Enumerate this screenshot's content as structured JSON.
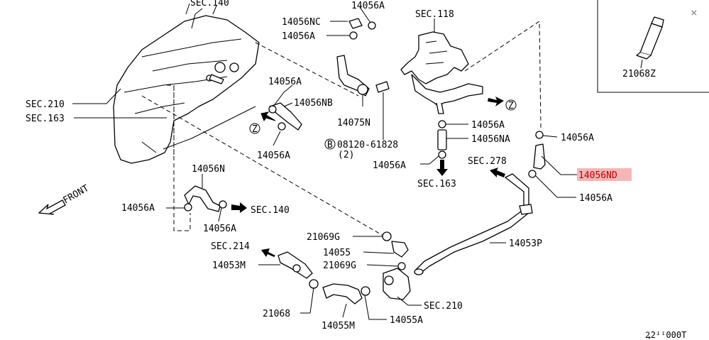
{
  "diagram": {
    "title": "Water hose & piping parts diagram",
    "highlight_color": "#f4b6b6",
    "close_symbol": "×",
    "callouts": {
      "sec140_top": "SEC.140",
      "p14056a_top": "14056A",
      "p14056nc": "14056NC",
      "p14056a_2": "14056A",
      "sec118": "SEC.118",
      "sec210_left": "SEC.210",
      "sec163_left": "SEC.163",
      "p14056a_3": "14056A",
      "p14056nb": "14056NB",
      "p14056a_4": "14056A",
      "p14075n": "14075N",
      "bolt_spec": "08120-61828",
      "bolt_qty": "(2)",
      "bolt_marker": "B",
      "p14056a_5": "14056A",
      "p14056na": "14056NA",
      "p14056a_6": "14056A",
      "sec163_bottom": "SEC.163",
      "sec278": "SEC.278",
      "p14056a_right": "14056A",
      "p14056nd": "14056ND",
      "p14056a_right2": "14056A",
      "p14056n": "14056N",
      "p14056a_left": "14056A",
      "p14056a_7": "14056A",
      "sec140_mid": "SEC.140",
      "p21069g_1": "21069G",
      "p14055": "14055",
      "p21069g_2": "21069G",
      "p14053p": "14053P",
      "sec214": "SEC.214",
      "p14053m": "14053M",
      "p21068": "21068",
      "p14055m": "14055M",
      "p14055a": "14055A",
      "sec210_bottom": "SEC.210",
      "front": "FRONT",
      "z_marker_1": "Z",
      "z_marker_2": "Z"
    },
    "inset": {
      "part": "21068Z"
    },
    "footer_code": "Ꝝ2ᴵᴵ000T"
  }
}
